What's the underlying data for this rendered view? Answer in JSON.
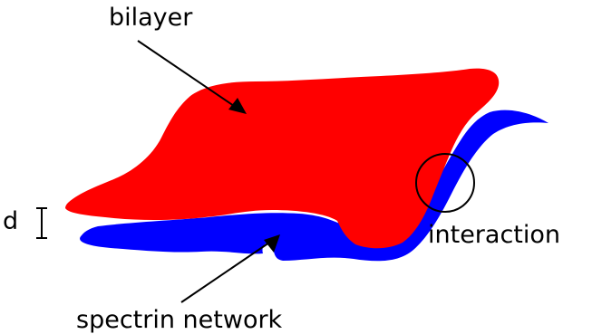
{
  "labels": {
    "bilayer": "bilayer",
    "spectrin_network": "spectrin network",
    "interaction": "interaction",
    "distance": "d"
  },
  "colors": {
    "bilayer": "#ff0000",
    "spectrin_network": "#0000ff",
    "outline": "#000000",
    "background": "#ffffff"
  }
}
